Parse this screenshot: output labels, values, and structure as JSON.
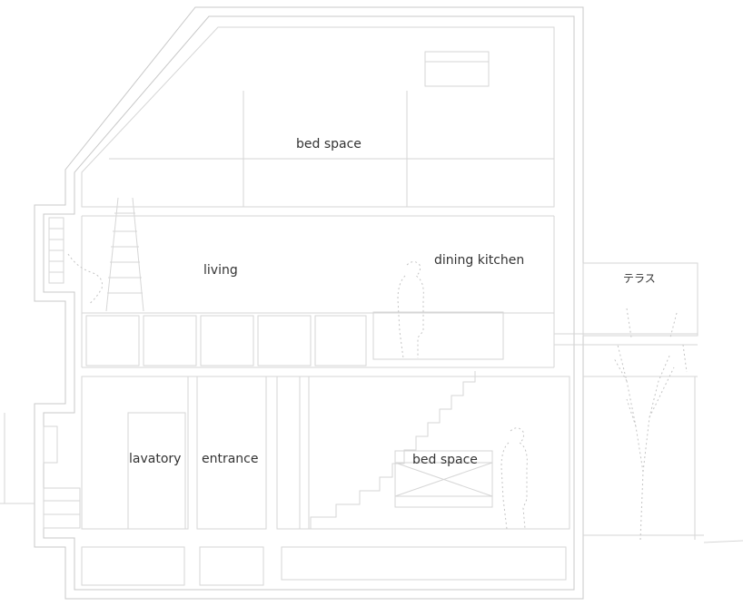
{
  "colors": {
    "background": "#ffffff",
    "line": "#c8c8c8",
    "text": "#333333"
  },
  "rooms": {
    "bed_space_upper": "bed space",
    "living": "living",
    "dining_kitchen": "dining kitchen",
    "terrace": "テラス",
    "lavatory": "lavatory",
    "entrance": "entrance",
    "bed_space_lower": "bed space"
  }
}
